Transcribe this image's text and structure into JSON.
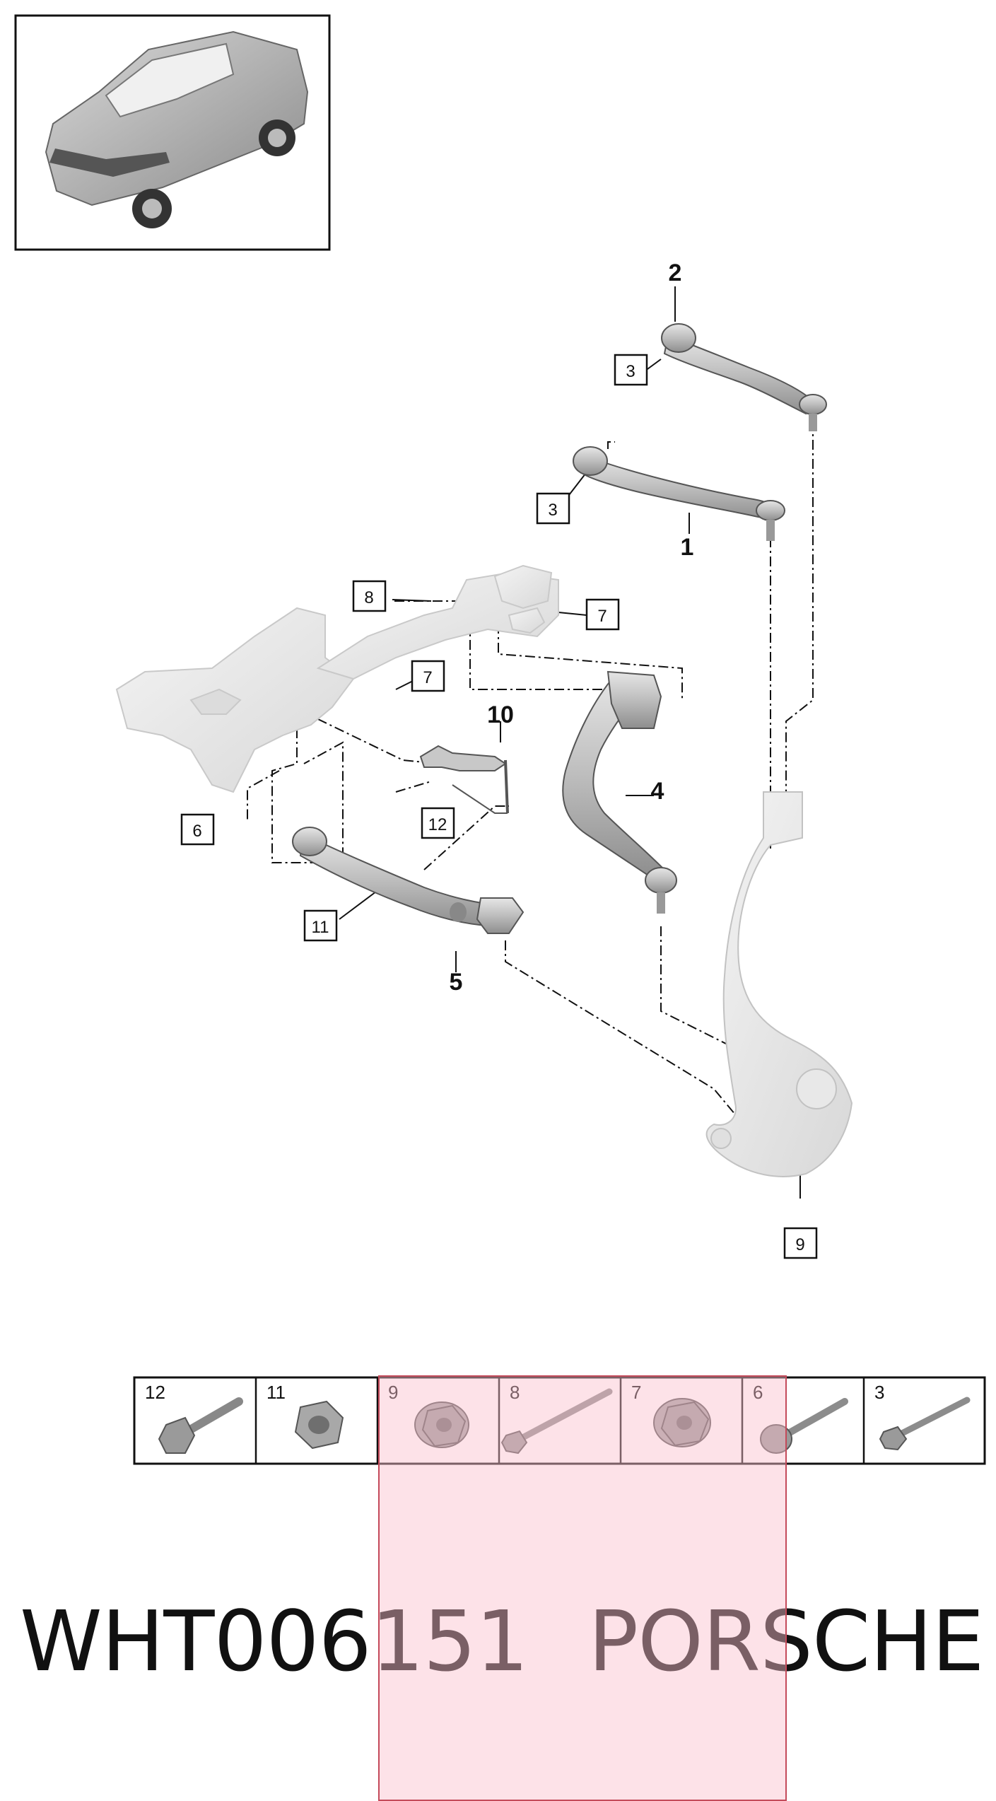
{
  "callouts": {
    "c1": "1",
    "c2": "2",
    "c3a": "3",
    "c3b": "3",
    "c4": "4",
    "c5": "5",
    "c6": "6",
    "c7a": "7",
    "c7b": "7",
    "c8": "8",
    "c9": "9",
    "c10": "10",
    "c11": "11",
    "c12": "12"
  },
  "hardware_strip": {
    "cells": [
      {
        "label": "12",
        "part": "flange-bolt-icon"
      },
      {
        "label": "11",
        "part": "hex-nut-icon"
      },
      {
        "label": "9",
        "part": "flange-nut-icon"
      },
      {
        "label": "8",
        "part": "long-bolt-icon"
      },
      {
        "label": "7",
        "part": "flange-nut-icon"
      },
      {
        "label": "6",
        "part": "bolt-icon"
      },
      {
        "label": "3",
        "part": "bolt-icon"
      }
    ]
  },
  "footer": {
    "part_number": "WHT006151",
    "brand": "PORSCHE"
  },
  "colors": {
    "highlight_fill": "#fbd3dd",
    "highlight_border": "#c44a5a",
    "part_gray": "#bfbfbf",
    "line": "#111111"
  }
}
